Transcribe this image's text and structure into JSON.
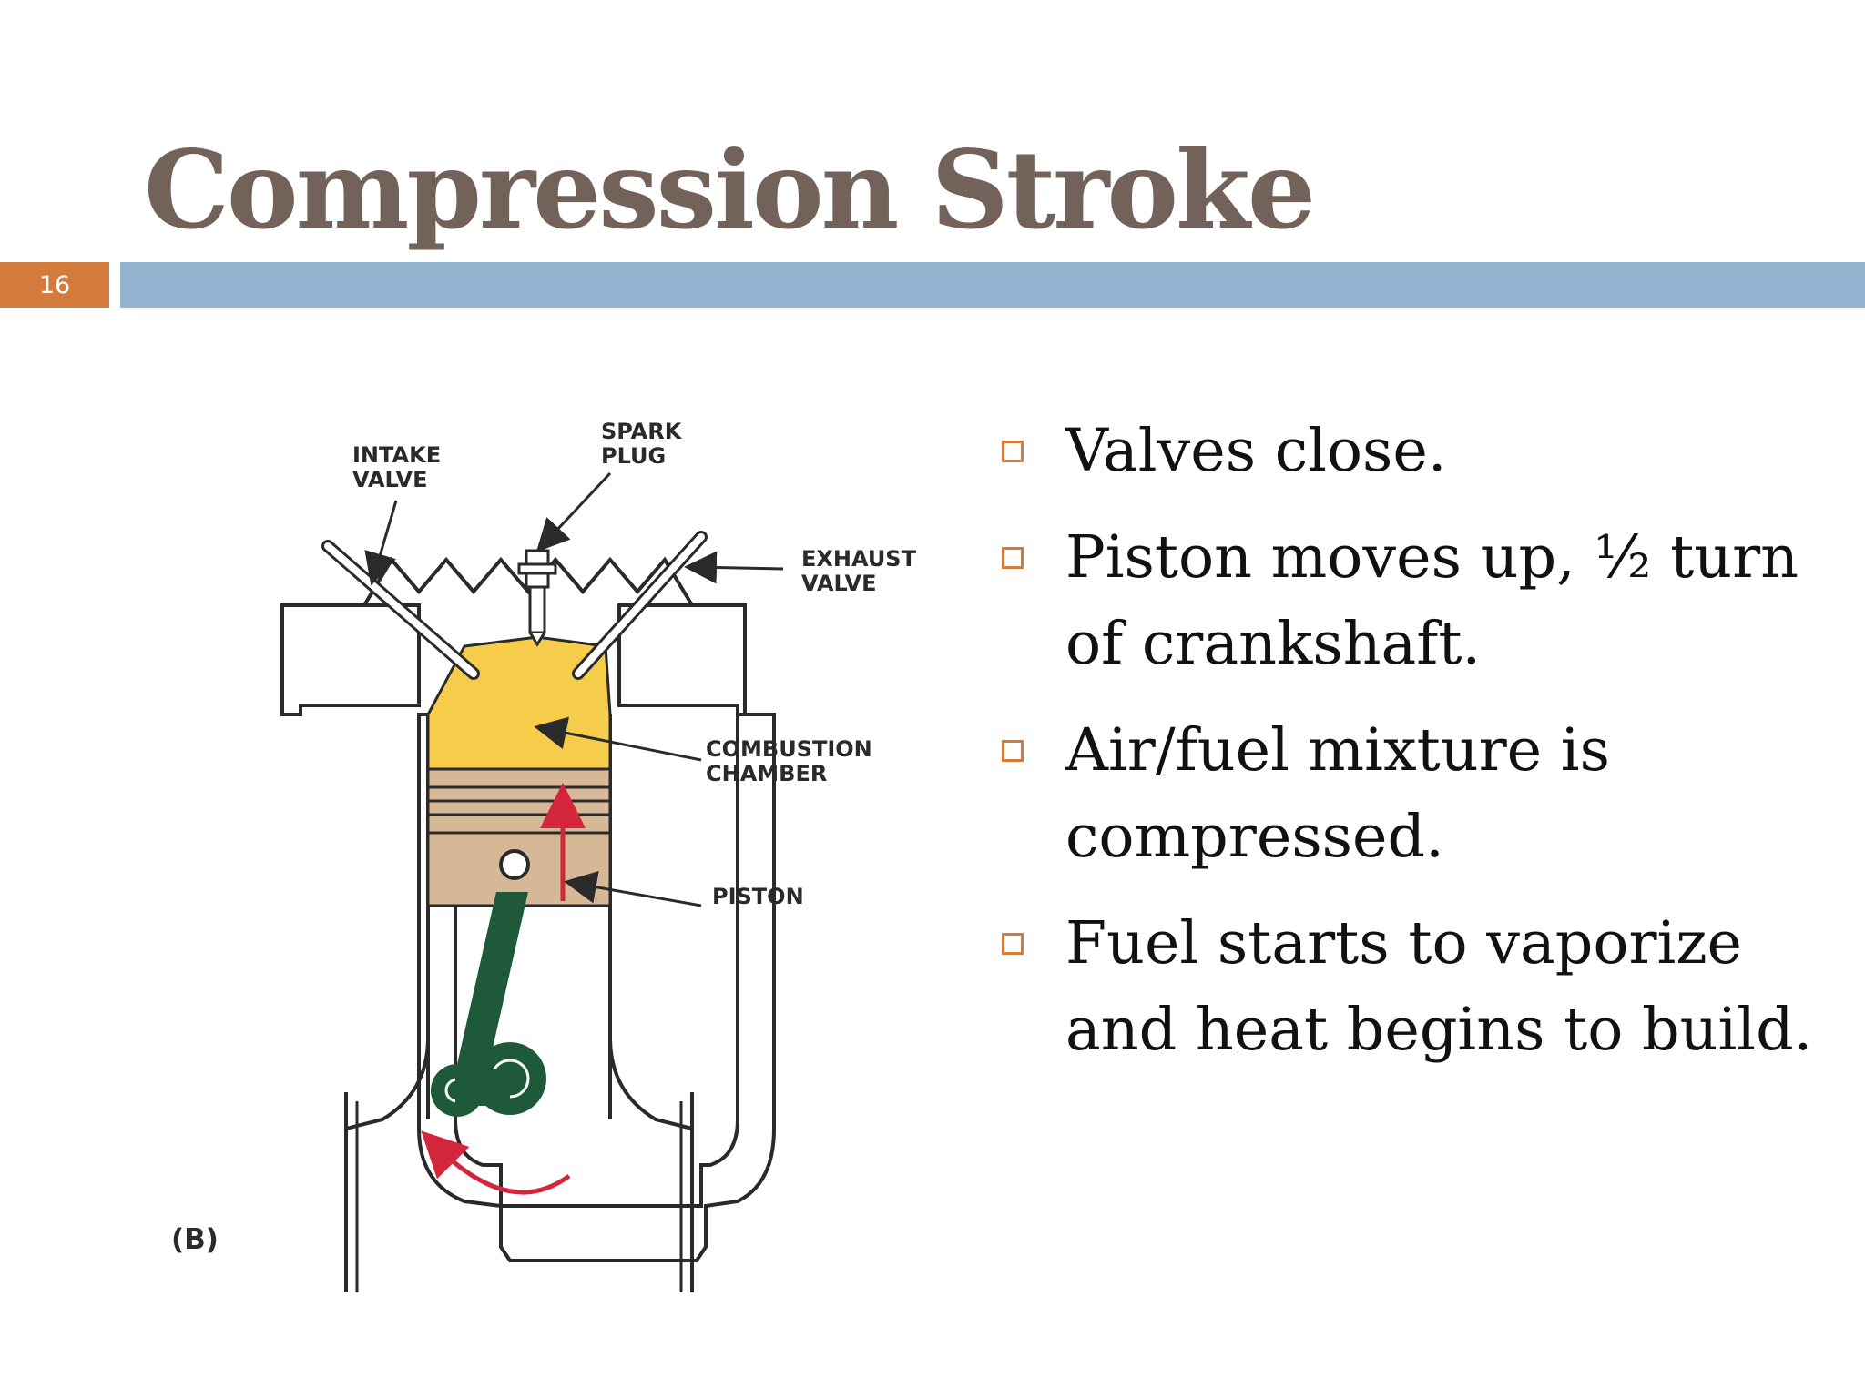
{
  "slide": {
    "title": "Compression Stroke",
    "page_number": "16",
    "colors": {
      "title": "#73625a",
      "accent_orange": "#d47a3a",
      "bar_blue": "#94b5d2",
      "text": "#111111"
    }
  },
  "diagram": {
    "labels": {
      "spark_plug_line1": "SPARK",
      "spark_plug_line2": "PLUG",
      "intake_valve_line1": "INTAKE",
      "intake_valve_line2": "VALVE",
      "exhaust_valve_line1": "EXHAUST",
      "exhaust_valve_line2": "VALVE",
      "combustion_chamber_line1": "COMBUSTION",
      "combustion_chamber_line2": "CHAMBER",
      "piston": "PISTON",
      "figure_label": "(B)"
    },
    "colors": {
      "chamber": "#f5cd4a",
      "piston": "#d6b896",
      "rod": "#1e5a3a",
      "arrow": "#d4263a",
      "outline": "#2a2a2a"
    }
  },
  "bullets": [
    {
      "text": "Valves close."
    },
    {
      "text": "Piston moves up, ½ turn of crankshaft."
    },
    {
      "text": "Air/fuel mixture is compressed."
    },
    {
      "text": "Fuel starts to vaporize and heat begins to build."
    }
  ]
}
